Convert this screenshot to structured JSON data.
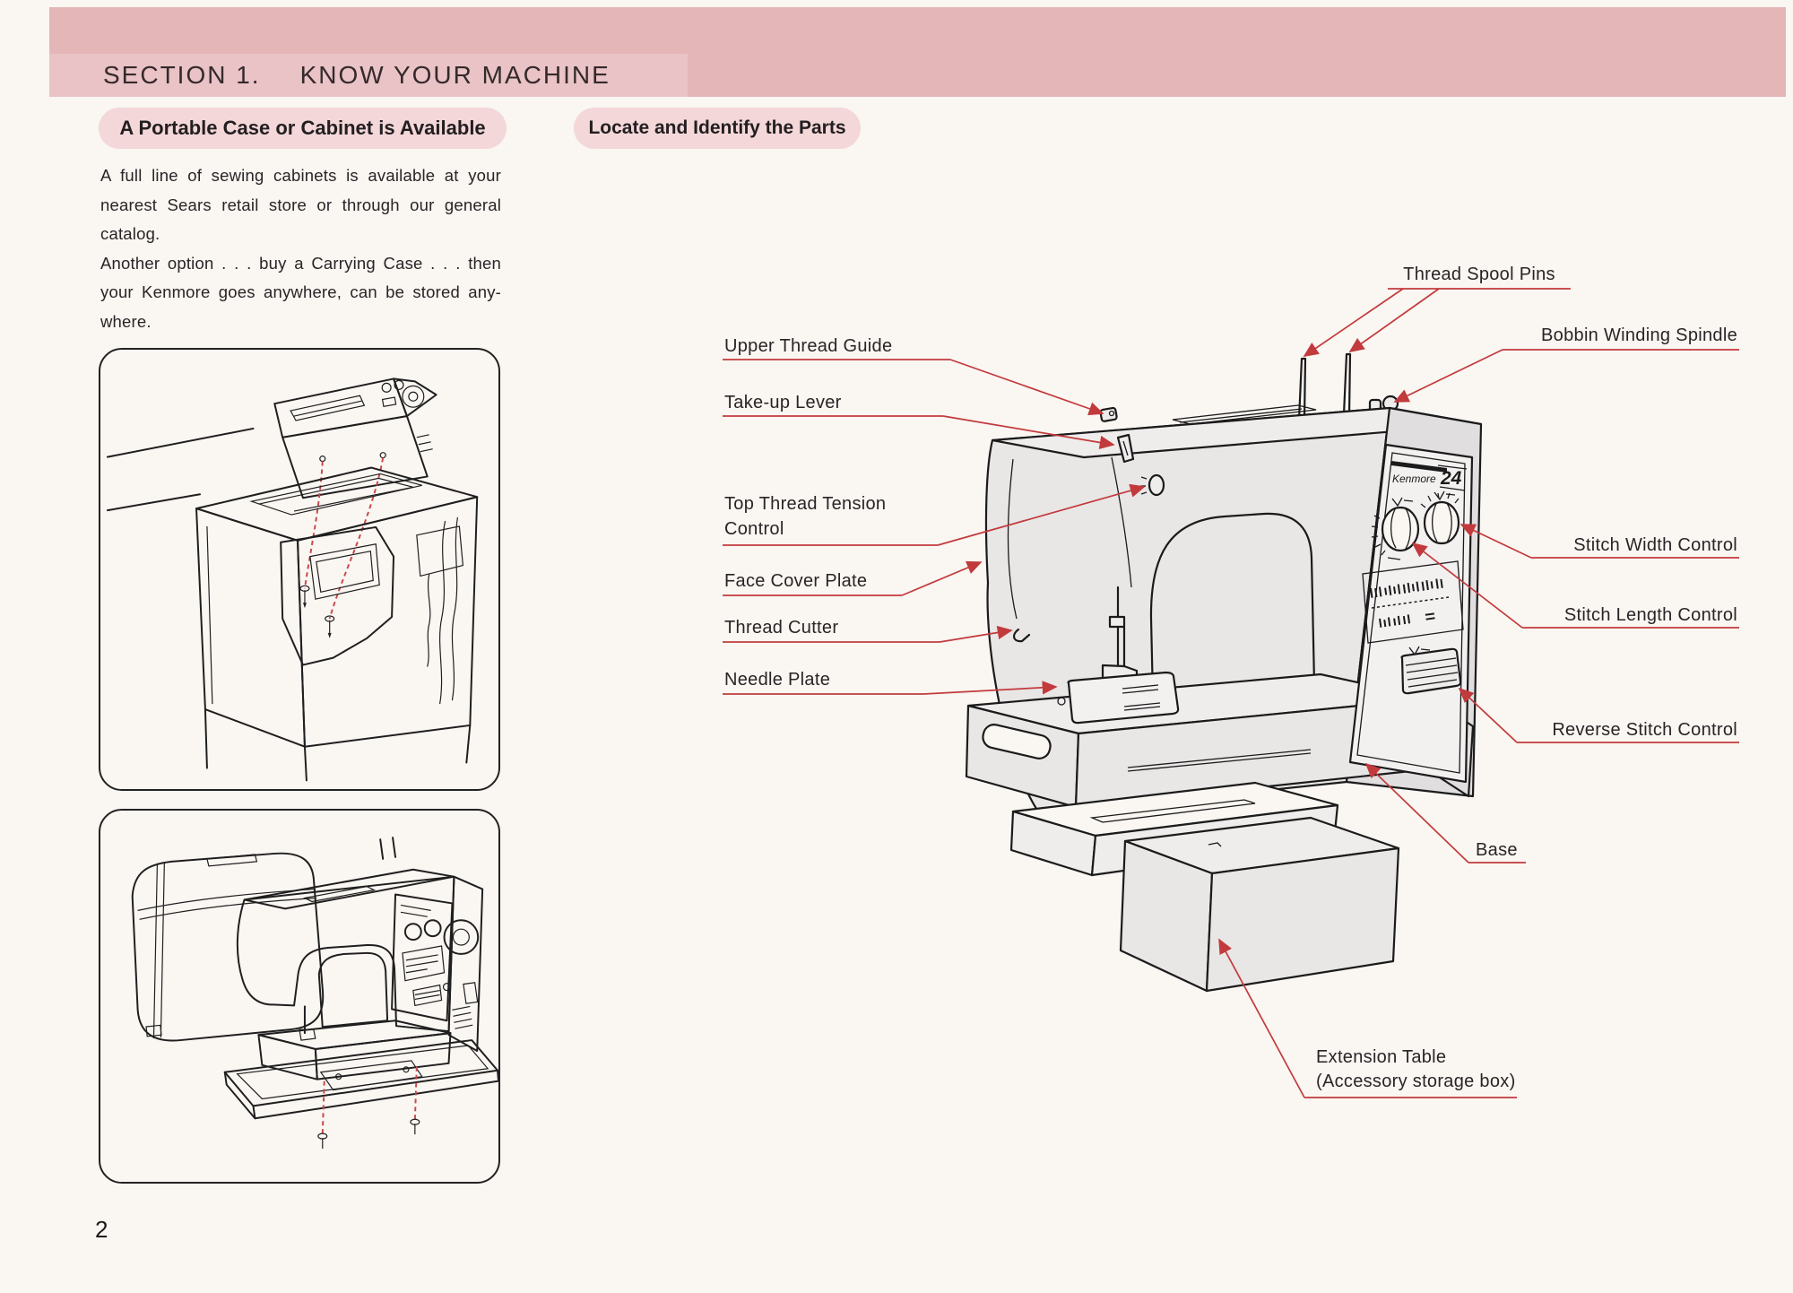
{
  "header": {
    "section_label": "SECTION 1.",
    "section_title": "KNOW YOUR MACHINE"
  },
  "left_column": {
    "heading": "A Portable Case or Cabinet is Available",
    "paragraph_lines": [
      "A full line of sewing cabinets is available at your",
      "nearest Sears retail store or through our general",
      "catalog.",
      "Another option . . . buy a Carrying Case . . . then",
      "your Kenmore goes anywhere, can be stored any-",
      "where."
    ]
  },
  "right_column": {
    "heading": "Locate and Identify the Parts",
    "machine_brand": "Kenmore",
    "machine_model": "24",
    "part_labels": {
      "thread_spool_pins": "Thread Spool Pins",
      "bobbin_winding_spindle": "Bobbin Winding Spindle",
      "upper_thread_guide": "Upper Thread Guide",
      "take_up_lever": "Take-up Lever",
      "top_thread_tension_line1": "Top Thread Tension",
      "top_thread_tension_line2": "Control",
      "face_cover_plate": "Face Cover Plate",
      "thread_cutter": "Thread Cutter",
      "needle_plate": "Needle Plate",
      "stitch_width_control": "Stitch Width Control",
      "stitch_length_control": "Stitch Length Control",
      "reverse_stitch_control": "Reverse Stitch Control",
      "base": "Base",
      "extension_table_line1": "Extension Table",
      "extension_table_line2": "(Accessory storage box)"
    }
  },
  "page": {
    "number": "2"
  },
  "colors": {
    "band_pink": "#e5b6b8",
    "band_strip": "#e9c3c5",
    "pill_pink": "#f3d7d9",
    "leader_red": "#c23a3c",
    "ink": "#2a2426",
    "drawing_fill": "#e9e6e6",
    "page_bg": "#faf6f2"
  }
}
